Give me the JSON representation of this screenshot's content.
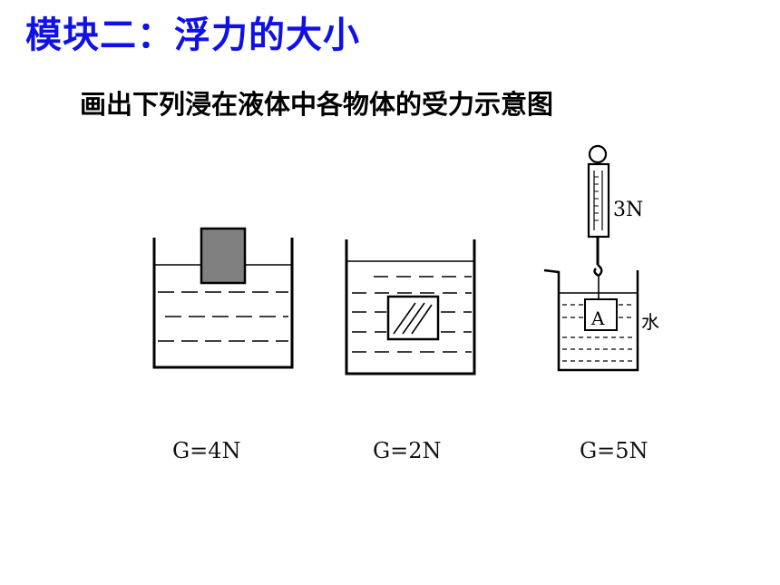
{
  "title": "模块二：浮力的大小",
  "subtitle": "画出下列浸在液体中各物体的受力示意图",
  "figures": [
    {
      "weight_label": "G=4N"
    },
    {
      "weight_label": "G=2N"
    },
    {
      "weight_label": "G=5N",
      "scale_reading": "3N",
      "object_label": "A",
      "liquid_label": "水"
    }
  ]
}
